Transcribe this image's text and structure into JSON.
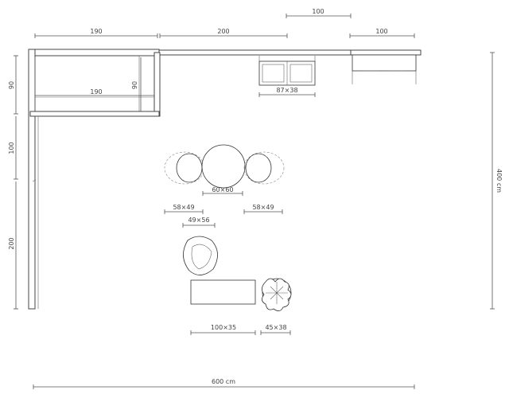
{
  "dimensions": {
    "top_row": [
      "190",
      "200",
      "100"
    ],
    "top_extra": "100",
    "inner_width": "190",
    "inner_height": "90",
    "left_side": [
      "90",
      "100",
      "200"
    ],
    "right_side": "400 cm",
    "bottom": "600 cm"
  },
  "furniture": {
    "cabinet": "87×38",
    "table": "60×60",
    "chair_left": "58×49",
    "chair_right": "58×49",
    "armchair": "49×56",
    "bench": "100×35",
    "plant": "45×38"
  }
}
